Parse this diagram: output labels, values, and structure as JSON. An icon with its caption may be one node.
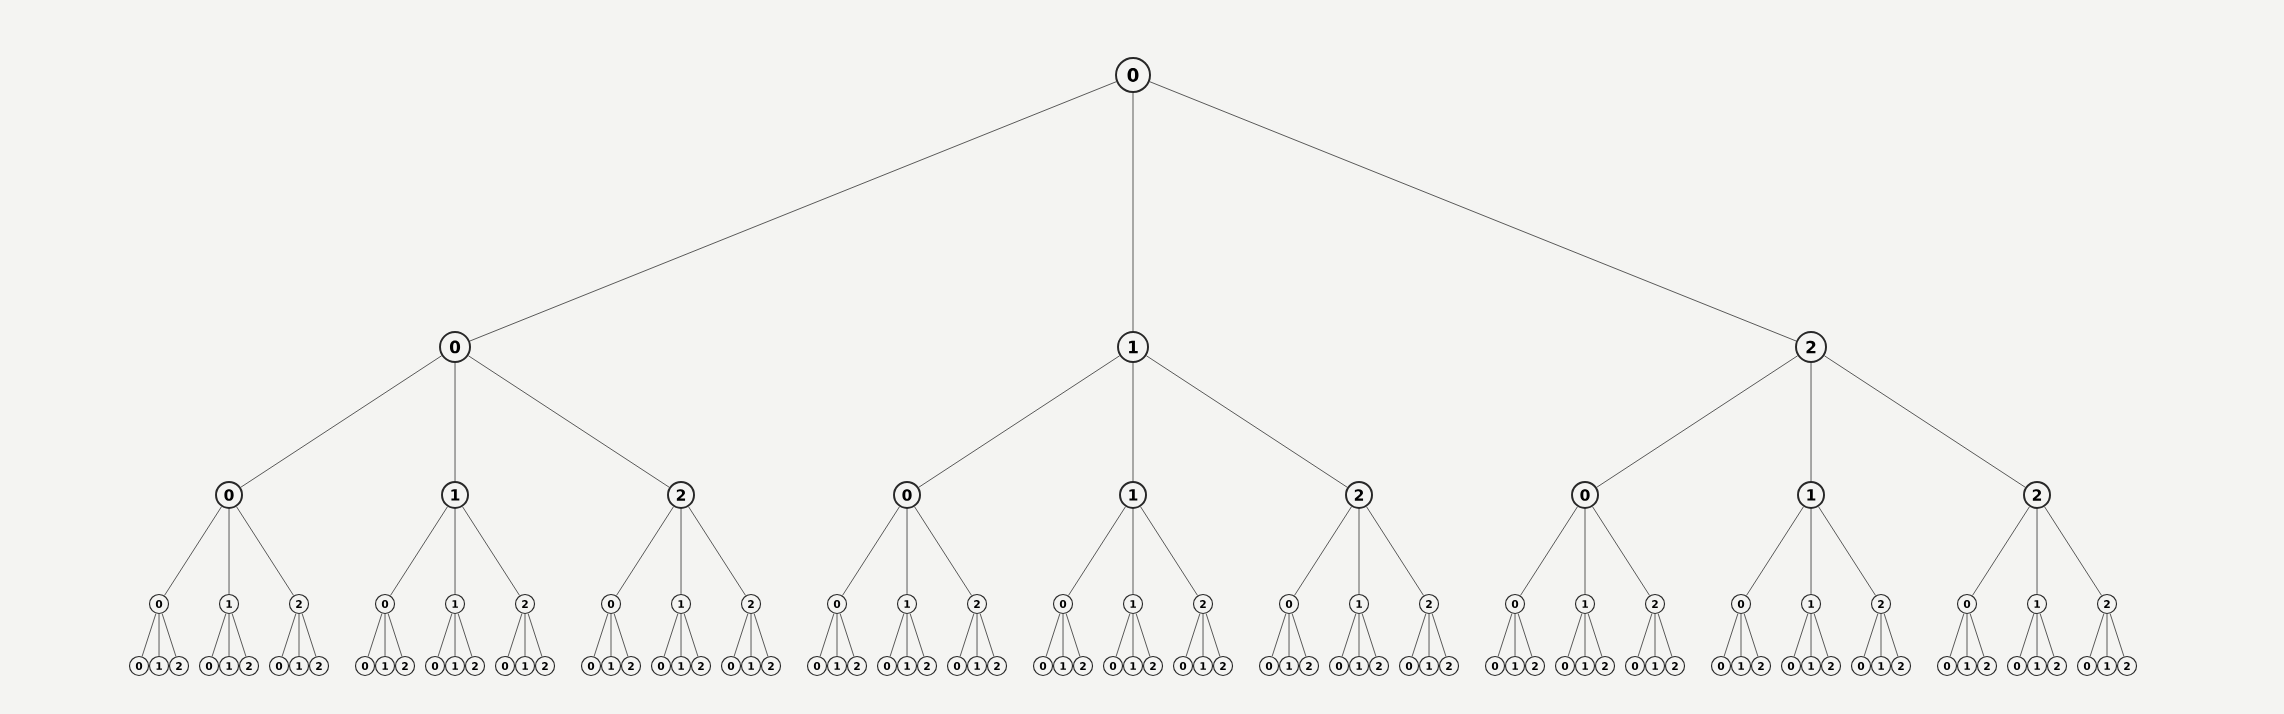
{
  "diagram": {
    "nodes": [
      {
        "text": [
          "0"
        ]
      },
      {
        "text": [
          "0"
        ]
      },
      {
        "text": [
          "1"
        ]
      },
      {
        "text": [
          "2"
        ]
      },
      {
        "text": [
          "0"
        ]
      },
      {
        "text": [
          "1"
        ]
      },
      {
        "text": [
          "2"
        ]
      },
      {
        "text": [
          "0"
        ]
      },
      {
        "text": [
          "1"
        ]
      },
      {
        "text": [
          "2"
        ]
      },
      {
        "text": [
          "0"
        ]
      },
      {
        "text": [
          "1"
        ]
      },
      {
        "text": [
          "2"
        ]
      },
      {
        "text": [
          "0"
        ]
      },
      {
        "text": [
          "1"
        ]
      },
      {
        "text": [
          "2"
        ]
      },
      {
        "text": [
          "0"
        ]
      },
      {
        "text": [
          "1"
        ]
      },
      {
        "text": [
          "2"
        ]
      },
      {
        "text": [
          "0"
        ]
      },
      {
        "text": [
          "1"
        ]
      },
      {
        "text": [
          "2"
        ]
      },
      {
        "text": [
          "0"
        ]
      },
      {
        "text": [
          "1"
        ]
      },
      {
        "text": [
          "2"
        ]
      },
      {
        "text": [
          "0"
        ]
      },
      {
        "text": [
          "1"
        ]
      },
      {
        "text": [
          "2"
        ]
      },
      {
        "text": [
          "0"
        ]
      },
      {
        "text": [
          "1"
        ]
      },
      {
        "text": [
          "2"
        ]
      },
      {
        "text": [
          "0"
        ]
      },
      {
        "text": [
          "1"
        ]
      },
      {
        "text": [
          "2"
        ]
      },
      {
        "text": [
          "0"
        ]
      },
      {
        "text": [
          "1"
        ]
      },
      {
        "text": [
          "2"
        ]
      },
      {
        "text": [
          "0"
        ]
      },
      {
        "text": [
          "1"
        ]
      },
      {
        "text": [
          "2"
        ]
      },
      {
        "text": [
          "0"
        ]
      },
      {
        "text": [
          "1"
        ]
      },
      {
        "text": [
          "2"
        ]
      },
      {
        "text": [
          "0"
        ]
      },
      {
        "text": [
          "1"
        ]
      },
      {
        "text": [
          "2"
        ]
      },
      {
        "text": [
          "0"
        ]
      },
      {
        "text": [
          "1"
        ]
      },
      {
        "text": [
          "2"
        ]
      },
      {
        "text": [
          "0"
        ]
      },
      {
        "text": [
          "1"
        ]
      },
      {
        "text": [
          "2"
        ]
      },
      {
        "text": [
          "0"
        ]
      },
      {
        "text": [
          "1"
        ]
      },
      {
        "text": [
          "2"
        ]
      },
      {
        "text": [
          "0"
        ]
      },
      {
        "text": [
          "1"
        ]
      },
      {
        "text": [
          "2"
        ]
      },
      {
        "text": [
          "0"
        ]
      },
      {
        "text": [
          "1"
        ]
      },
      {
        "text": [
          "2"
        ]
      },
      {
        "text": [
          "0"
        ]
      },
      {
        "text": [
          "1"
        ]
      },
      {
        "text": [
          "2"
        ]
      },
      {
        "text": [
          "0"
        ]
      },
      {
        "text": [
          "1"
        ]
      },
      {
        "text": [
          "2"
        ]
      },
      {
        "text": [
          "0"
        ]
      },
      {
        "text": [
          "1"
        ]
      },
      {
        "text": [
          "2"
        ]
      },
      {
        "text": [
          "0"
        ]
      },
      {
        "text": [
          "1"
        ]
      },
      {
        "text": [
          "2"
        ]
      },
      {
        "text": [
          "0"
        ]
      },
      {
        "text": [
          "1"
        ]
      },
      {
        "text": [
          "2"
        ]
      },
      {
        "text": [
          "0"
        ]
      },
      {
        "text": [
          "1"
        ]
      },
      {
        "text": [
          "2"
        ]
      },
      {
        "text": [
          "0"
        ]
      },
      {
        "text": [
          "1"
        ]
      },
      {
        "text": [
          "2"
        ]
      },
      {
        "text": [
          "0"
        ]
      },
      {
        "text": [
          "1"
        ]
      },
      {
        "text": [
          "2"
        ]
      },
      {
        "text": [
          "0"
        ]
      },
      {
        "text": [
          "1"
        ]
      },
      {
        "text": [
          "2"
        ]
      },
      {
        "text": [
          "0"
        ]
      },
      {
        "text": [
          "1"
        ]
      },
      {
        "text": [
          "2"
        ]
      },
      {
        "text": [
          "0"
        ]
      },
      {
        "text": [
          "1"
        ]
      },
      {
        "text": [
          "2"
        ]
      },
      {
        "text": [
          "0"
        ]
      },
      {
        "text": [
          "1"
        ]
      },
      {
        "text": [
          "2"
        ]
      },
      {
        "text": [
          "0"
        ]
      },
      {
        "text": [
          "1"
        ]
      },
      {
        "text": [
          "2"
        ]
      },
      {
        "text": [
          "0"
        ]
      },
      {
        "text": [
          "1"
        ]
      },
      {
        "text": [
          "2"
        ]
      },
      {
        "text": [
          "0"
        ]
      },
      {
        "text": [
          "1"
        ]
      },
      {
        "text": [
          "2"
        ]
      },
      {
        "text": [
          "0"
        ]
      },
      {
        "text": [
          "1"
        ]
      },
      {
        "text": [
          "2"
        ]
      },
      {
        "text": [
          "0"
        ]
      },
      {
        "text": [
          "1"
        ]
      },
      {
        "text": [
          "2"
        ]
      },
      {
        "text": [
          "0"
        ]
      },
      {
        "text": [
          "1"
        ]
      },
      {
        "text": [
          "2"
        ]
      },
      {
        "text": [
          "0"
        ]
      },
      {
        "text": [
          "1"
        ]
      },
      {
        "text": [
          "2"
        ]
      },
      {
        "text": [
          "0"
        ]
      },
      {
        "text": [
          "1"
        ]
      },
      {
        "text": [
          "2"
        ]
      }
    ],
    "edges": [
      {
        "from": 0,
        "to": 1,
        "arrow": "none"
      },
      {
        "from": 0,
        "to": 2,
        "arrow": "none"
      },
      {
        "from": 0,
        "to": 3,
        "arrow": "none"
      },
      {
        "from": 1,
        "to": 4,
        "arrow": "none"
      },
      {
        "from": 1,
        "to": 5,
        "arrow": "none"
      },
      {
        "from": 1,
        "to": 6,
        "arrow": "none"
      },
      {
        "from": 2,
        "to": 7,
        "arrow": "none"
      },
      {
        "from": 2,
        "to": 8,
        "arrow": "none"
      },
      {
        "from": 2,
        "to": 9,
        "arrow": "none"
      },
      {
        "from": 3,
        "to": 10,
        "arrow": "none"
      },
      {
        "from": 3,
        "to": 11,
        "arrow": "none"
      },
      {
        "from": 3,
        "to": 12,
        "arrow": "none"
      },
      {
        "from": 4,
        "to": 13,
        "arrow": "none"
      },
      {
        "from": 4,
        "to": 14,
        "arrow": "none"
      },
      {
        "from": 4,
        "to": 15,
        "arrow": "none"
      },
      {
        "from": 5,
        "to": 16,
        "arrow": "none"
      },
      {
        "from": 5,
        "to": 17,
        "arrow": "none"
      },
      {
        "from": 5,
        "to": 18,
        "arrow": "none"
      },
      {
        "from": 6,
        "to": 19,
        "arrow": "none"
      },
      {
        "from": 6,
        "to": 20,
        "arrow": "none"
      },
      {
        "from": 6,
        "to": 21,
        "arrow": "none"
      },
      {
        "from": 7,
        "to": 22,
        "arrow": "none"
      },
      {
        "from": 7,
        "to": 23,
        "arrow": "none"
      },
      {
        "from": 7,
        "to": 24,
        "arrow": "none"
      },
      {
        "from": 8,
        "to": 25,
        "arrow": "none"
      },
      {
        "from": 8,
        "to": 26,
        "arrow": "none"
      },
      {
        "from": 8,
        "to": 27,
        "arrow": "none"
      },
      {
        "from": 9,
        "to": 28,
        "arrow": "none"
      },
      {
        "from": 9,
        "to": 29,
        "arrow": "none"
      },
      {
        "from": 9,
        "to": 30,
        "arrow": "none"
      },
      {
        "from": 10,
        "to": 31,
        "arrow": "none"
      },
      {
        "from": 10,
        "to": 32,
        "arrow": "none"
      },
      {
        "from": 10,
        "to": 33,
        "arrow": "none"
      },
      {
        "from": 11,
        "to": 34,
        "arrow": "none"
      },
      {
        "from": 11,
        "to": 35,
        "arrow": "none"
      },
      {
        "from": 11,
        "to": 36,
        "arrow": "none"
      },
      {
        "from": 12,
        "to": 37,
        "arrow": "none"
      },
      {
        "from": 12,
        "to": 38,
        "arrow": "none"
      },
      {
        "from": 12,
        "to": 39,
        "arrow": "none"
      },
      {
        "from": 13,
        "to": 40,
        "arrow": "none"
      },
      {
        "from": 13,
        "to": 41,
        "arrow": "none"
      },
      {
        "from": 13,
        "to": 42,
        "arrow": "none"
      },
      {
        "from": 14,
        "to": 43,
        "arrow": "none"
      },
      {
        "from": 14,
        "to": 44,
        "arrow": "none"
      },
      {
        "from": 14,
        "to": 45,
        "arrow": "none"
      },
      {
        "from": 15,
        "to": 46,
        "arrow": "none"
      },
      {
        "from": 15,
        "to": 47,
        "arrow": "none"
      },
      {
        "from": 15,
        "to": 48,
        "arrow": "none"
      },
      {
        "from": 16,
        "to": 49,
        "arrow": "none"
      },
      {
        "from": 16,
        "to": 50,
        "arrow": "none"
      },
      {
        "from": 16,
        "to": 51,
        "arrow": "none"
      },
      {
        "from": 17,
        "to": 52,
        "arrow": "none"
      },
      {
        "from": 17,
        "to": 53,
        "arrow": "none"
      },
      {
        "from": 17,
        "to": 54,
        "arrow": "none"
      },
      {
        "from": 18,
        "to": 55,
        "arrow": "none"
      },
      {
        "from": 18,
        "to": 56,
        "arrow": "none"
      },
      {
        "from": 18,
        "to": 57,
        "arrow": "none"
      },
      {
        "from": 19,
        "to": 58,
        "arrow": "none"
      },
      {
        "from": 19,
        "to": 59,
        "arrow": "none"
      },
      {
        "from": 19,
        "to": 60,
        "arrow": "none"
      },
      {
        "from": 20,
        "to": 61,
        "arrow": "none"
      },
      {
        "from": 20,
        "to": 62,
        "arrow": "none"
      },
      {
        "from": 20,
        "to": 63,
        "arrow": "none"
      },
      {
        "from": 21,
        "to": 64,
        "arrow": "none"
      },
      {
        "from": 21,
        "to": 65,
        "arrow": "none"
      },
      {
        "from": 21,
        "to": 66,
        "arrow": "none"
      },
      {
        "from": 22,
        "to": 67,
        "arrow": "none"
      },
      {
        "from": 22,
        "to": 68,
        "arrow": "none"
      },
      {
        "from": 22,
        "to": 69,
        "arrow": "none"
      },
      {
        "from": 23,
        "to": 70,
        "arrow": "none"
      },
      {
        "from": 23,
        "to": 71,
        "arrow": "none"
      },
      {
        "from": 23,
        "to": 72,
        "arrow": "none"
      },
      {
        "from": 24,
        "to": 73,
        "arrow": "none"
      },
      {
        "from": 24,
        "to": 74,
        "arrow": "none"
      },
      {
        "from": 24,
        "to": 75,
        "arrow": "none"
      },
      {
        "from": 25,
        "to": 76,
        "arrow": "none"
      },
      {
        "from": 25,
        "to": 77,
        "arrow": "none"
      },
      {
        "from": 25,
        "to": 78,
        "arrow": "none"
      },
      {
        "from": 26,
        "to": 79,
        "arrow": "none"
      },
      {
        "from": 26,
        "to": 80,
        "arrow": "none"
      },
      {
        "from": 26,
        "to": 81,
        "arrow": "none"
      },
      {
        "from": 27,
        "to": 82,
        "arrow": "none"
      },
      {
        "from": 27,
        "to": 83,
        "arrow": "none"
      },
      {
        "from": 27,
        "to": 84,
        "arrow": "none"
      },
      {
        "from": 28,
        "to": 85,
        "arrow": "none"
      },
      {
        "from": 28,
        "to": 86,
        "arrow": "none"
      },
      {
        "from": 28,
        "to": 87,
        "arrow": "none"
      },
      {
        "from": 29,
        "to": 88,
        "arrow": "none"
      },
      {
        "from": 29,
        "to": 89,
        "arrow": "none"
      },
      {
        "from": 29,
        "to": 90,
        "arrow": "none"
      },
      {
        "from": 30,
        "to": 91,
        "arrow": "none"
      },
      {
        "from": 30,
        "to": 92,
        "arrow": "none"
      },
      {
        "from": 30,
        "to": 93,
        "arrow": "none"
      },
      {
        "from": 31,
        "to": 94,
        "arrow": "none"
      },
      {
        "from": 31,
        "to": 95,
        "arrow": "none"
      },
      {
        "from": 31,
        "to": 96,
        "arrow": "none"
      },
      {
        "from": 32,
        "to": 97,
        "arrow": "none"
      },
      {
        "from": 32,
        "to": 98,
        "arrow": "none"
      },
      {
        "from": 32,
        "to": 99,
        "arrow": "none"
      },
      {
        "from": 33,
        "to": 100,
        "arrow": "none"
      },
      {
        "from": 33,
        "to": 101,
        "arrow": "none"
      },
      {
        "from": 33,
        "to": 102,
        "arrow": "none"
      },
      {
        "from": 34,
        "to": 103,
        "arrow": "none"
      },
      {
        "from": 34,
        "to": 104,
        "arrow": "none"
      },
      {
        "from": 34,
        "to": 105,
        "arrow": "none"
      },
      {
        "from": 35,
        "to": 106,
        "arrow": "none"
      },
      {
        "from": 35,
        "to": 107,
        "arrow": "none"
      },
      {
        "from": 35,
        "to": 108,
        "arrow": "none"
      },
      {
        "from": 36,
        "to": 109,
        "arrow": "none"
      },
      {
        "from": 36,
        "to": 110,
        "arrow": "none"
      },
      {
        "from": 36,
        "to": 111,
        "arrow": "none"
      },
      {
        "from": 37,
        "to": 112,
        "arrow": "none"
      },
      {
        "from": 37,
        "to": 113,
        "arrow": "none"
      },
      {
        "from": 37,
        "to": 114,
        "arrow": "none"
      },
      {
        "from": 38,
        "to": 115,
        "arrow": "none"
      },
      {
        "from": 38,
        "to": 116,
        "arrow": "none"
      },
      {
        "from": 38,
        "to": 117,
        "arrow": "none"
      },
      {
        "from": 39,
        "to": 118,
        "arrow": "none"
      },
      {
        "from": 39,
        "to": 119,
        "arrow": "none"
      },
      {
        "from": 39,
        "to": 120,
        "arrow": "none"
      }
    ]
  }
}
